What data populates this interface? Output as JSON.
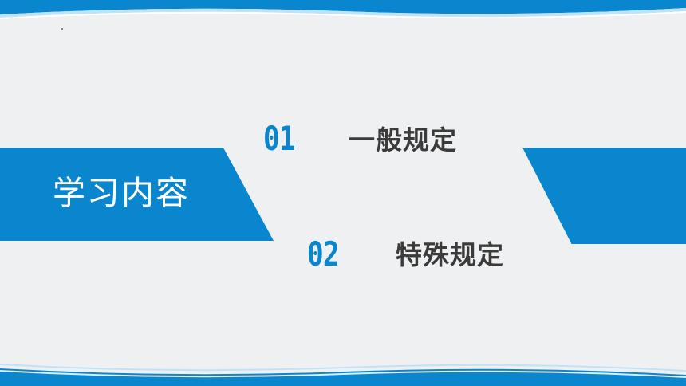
{
  "banner": {
    "title": "学习内容"
  },
  "items": [
    {
      "number": "01",
      "label": "一般规定"
    },
    {
      "number": "02",
      "label": "特殊规定"
    }
  ],
  "colors": {
    "accent": "#0a86cf",
    "background": "#eff0f2",
    "text": "#3b3b3b",
    "wave_light": "#bfe3f6"
  }
}
